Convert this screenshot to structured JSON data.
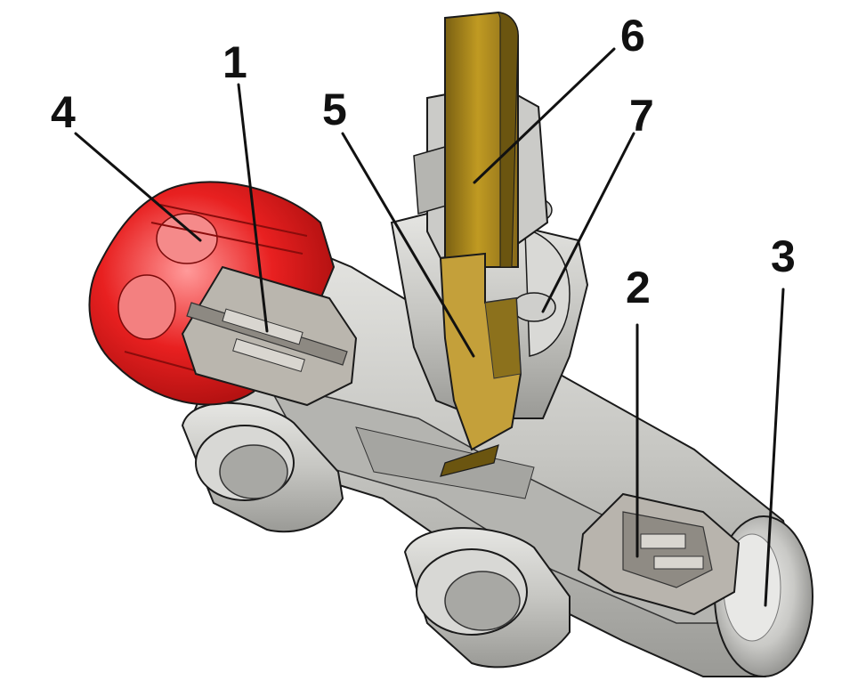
{
  "diagram": {
    "labels": [
      "1",
      "2",
      "3",
      "4",
      "5",
      "6",
      "7"
    ],
    "colors": {
      "body": "#c8c8c4",
      "body_shade": "#9c9c98",
      "cut_face": "#b9bab5",
      "handle": "#e01414",
      "handle_light": "#f47b7b",
      "brass": "#b8951e",
      "brass_dark": "#6b5510",
      "outline": "#1a1a1a"
    }
  }
}
